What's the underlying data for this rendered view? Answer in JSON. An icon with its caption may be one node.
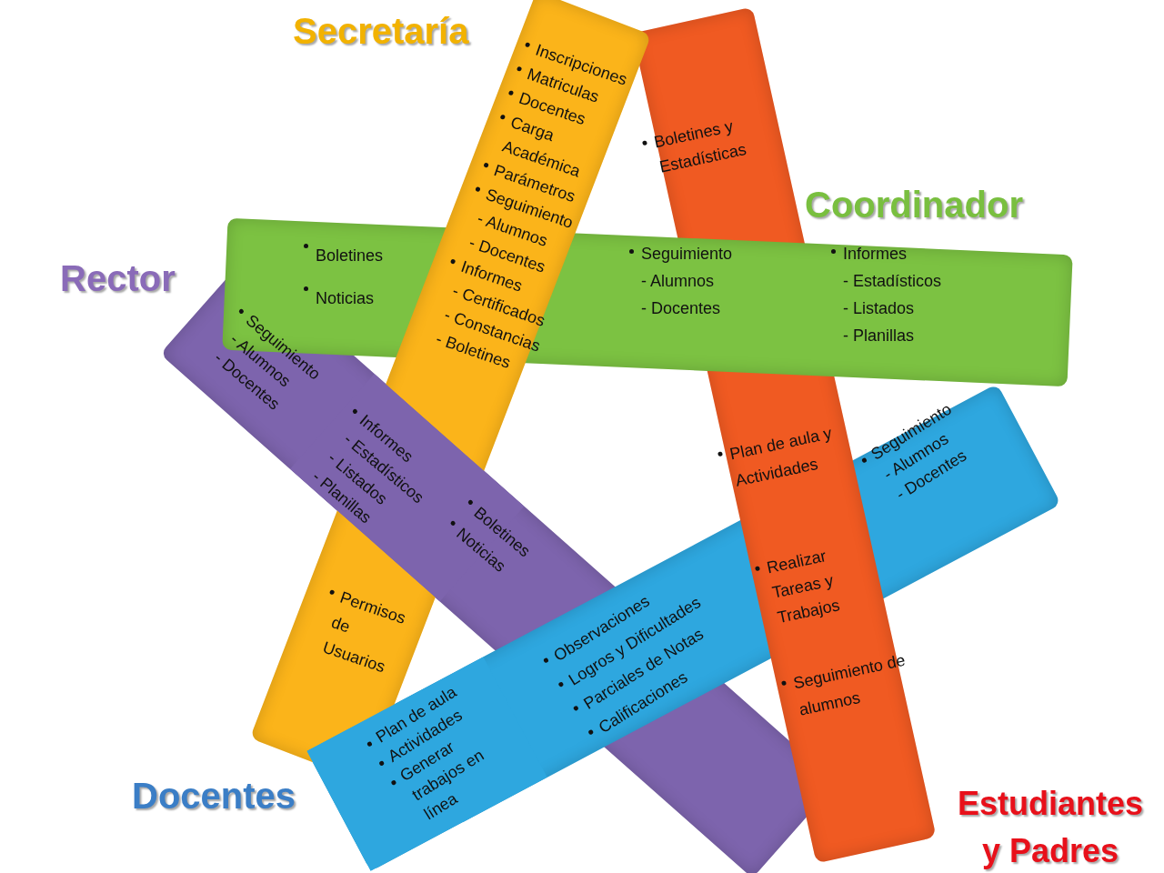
{
  "diagram": {
    "nodes": [
      {
        "text": [
          "Inscripciones",
          "Matriculas",
          "Docentes",
          "Carga Académica",
          "Parámetros",
          "Seguimiento - Alumnos - Docentes",
          "Informes - Certificados - Constancias - Boletines"
        ]
      },
      {
        "text": [
          "Boletines y Estadísticas"
        ]
      },
      {
        "text": [
          "Boletines",
          "Noticias"
        ]
      },
      {
        "text": [
          "Seguimiento - Alumnos - Docentes"
        ]
      },
      {
        "text": [
          "Informes - Estadísticos - Listados - Planillas"
        ]
      },
      {
        "text": [
          "Seguimiento - Alumnos - Docentes"
        ]
      },
      {
        "text": [
          "Informes - Estadísticos - Listados - Planillas"
        ]
      },
      {
        "text": [
          "Boletines",
          "Noticias"
        ]
      },
      {
        "text": [
          "Seguimiento - Alumnos - Docentes"
        ]
      },
      {
        "text": [
          "Plan de aula y Actividades"
        ]
      },
      {
        "text": [
          "Realizar Tareas y Trabajos"
        ]
      },
      {
        "text": [
          "Permisos de Usuarios"
        ]
      },
      {
        "text": [
          "Observaciones",
          "Logros y Dificultades",
          "Parciales de Notas",
          "Calificaciones"
        ]
      },
      {
        "text": [
          "Seguimiento de alumnos"
        ]
      },
      {
        "text": [
          "Plan de aula",
          "Actividades",
          "Generar trabajos en línea"
        ]
      }
    ],
    "edges": [],
    "labels": [
      "Secretaría",
      "Coordinador",
      "Rector",
      "Docentes",
      "Estudiantes y Padres"
    ]
  }
}
